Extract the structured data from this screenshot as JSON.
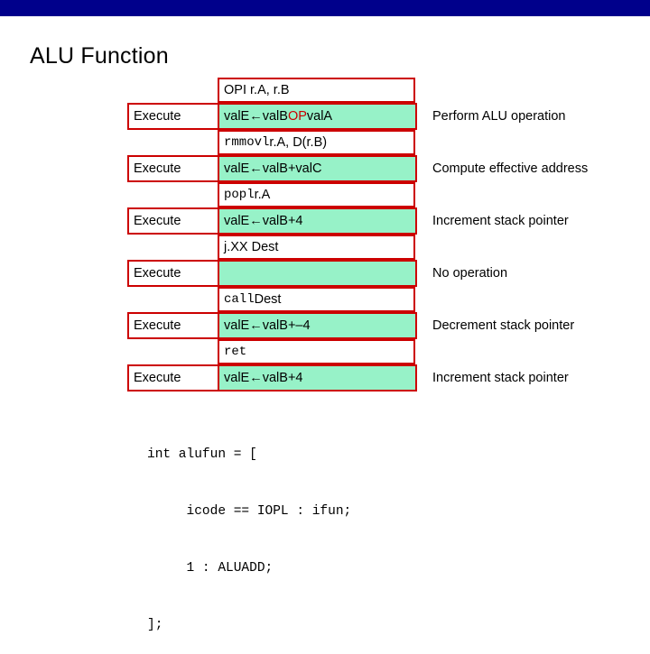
{
  "title": "ALU Function",
  "theme": {
    "top_bar_color": "#00008b",
    "border_color": "#cc0000",
    "highlight_color": "#97f2c8",
    "accent_text_color": "#cc0000"
  },
  "rows": [
    {
      "instruction_mono": "OPl",
      "instruction_rest": " r.A, r.B",
      "instruction_is_mono": false,
      "instruction_full": "OPI r.A, r.B",
      "stage": "Execute",
      "action_pre": "valE ",
      "action_arrow": "←",
      "action_mid": " valB ",
      "action_op": "OP",
      "action_post": " valA",
      "comment": "Perform ALU operation"
    },
    {
      "instruction_mono": "rmmovl",
      "instruction_rest": " r.A, D(r.B)",
      "instruction_is_mono": true,
      "instruction_full": "rmmovl r.A, D(r.B)",
      "stage": "Execute",
      "action_pre": "valE ",
      "action_arrow": "←",
      "action_mid": " valB ",
      "action_op": "+",
      "action_post": " valC",
      "comment": "Compute effective address"
    },
    {
      "instruction_mono": "popl",
      "instruction_rest": " r.A",
      "instruction_is_mono": true,
      "instruction_full": "popl r.A",
      "stage": "Execute",
      "action_pre": "valE ",
      "action_arrow": "←",
      "action_mid": " valB ",
      "action_op": "+",
      "action_post": " 4",
      "comment": "Increment stack pointer"
    },
    {
      "instruction_mono": "j.XX",
      "instruction_rest": " Dest",
      "instruction_is_mono": false,
      "instruction_full": "j.XX Dest",
      "stage": "Execute",
      "action_pre": "",
      "action_arrow": "",
      "action_mid": "",
      "action_op": "",
      "action_post": "",
      "comment": "No operation"
    },
    {
      "instruction_mono": "call",
      "instruction_rest": " Dest",
      "instruction_is_mono": true,
      "instruction_full": "call Dest",
      "stage": "Execute",
      "action_pre": "valE ",
      "action_arrow": "←",
      "action_mid": " valB ",
      "action_op": "+",
      "action_post": " –4",
      "comment": "Decrement stack pointer"
    },
    {
      "instruction_mono": "ret",
      "instruction_rest": "",
      "instruction_is_mono": true,
      "instruction_full": "ret",
      "stage": "Execute",
      "action_pre": "valE ",
      "action_arrow": "←",
      "action_mid": " valB ",
      "action_op": "+",
      "action_post": " 4",
      "comment": "Increment stack pointer"
    }
  ],
  "code": {
    "line1": "int alufun = [",
    "line2": "     icode == IOPL : ifun;",
    "line3": "     1 : ALUADD;",
    "line4": "];"
  }
}
